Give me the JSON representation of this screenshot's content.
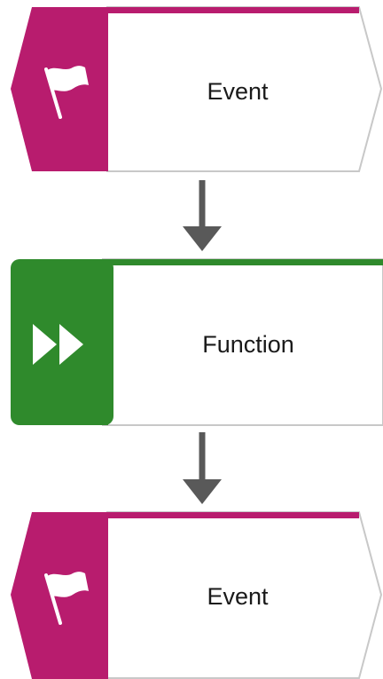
{
  "diagram": {
    "nodes": [
      {
        "id": "event-1",
        "type": "event",
        "label": "Event",
        "icon": "flag-icon"
      },
      {
        "id": "function-1",
        "type": "function",
        "label": "Function",
        "icon": "fast-forward-icon"
      },
      {
        "id": "event-2",
        "type": "event",
        "label": "Event",
        "icon": "flag-icon"
      }
    ],
    "edges": [
      {
        "from": "event-1",
        "to": "function-1"
      },
      {
        "from": "function-1",
        "to": "event-2"
      }
    ]
  },
  "colors": {
    "event": "#b81c6e",
    "function": "#2f8a2c",
    "arrow": "#595959",
    "outline": "#c8c8c8",
    "label": "#1a1a1a"
  }
}
